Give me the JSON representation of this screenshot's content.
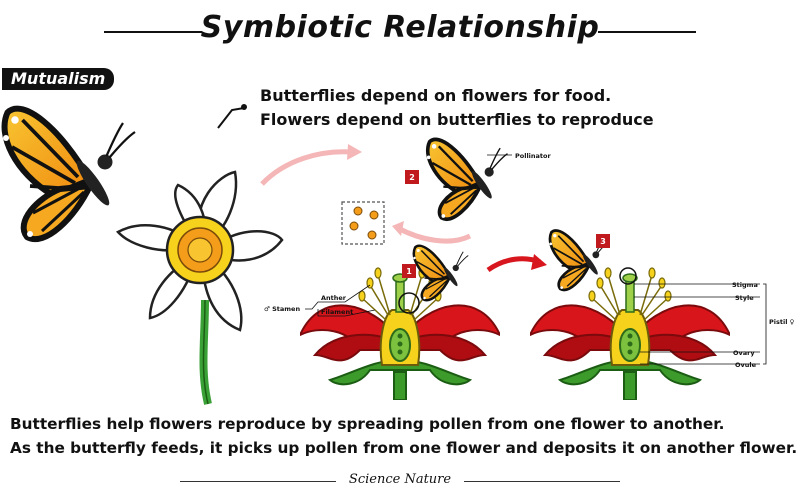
{
  "title": "Symbiotic Relationship",
  "badge": "Mutualism",
  "intro": {
    "line1": "Butterflies depend on flowers for food.",
    "line2": "Flowers depend on butterflies to reproduce"
  },
  "steps": [
    "1",
    "2",
    "3"
  ],
  "labels": {
    "pollinator": "Pollinator",
    "stamen": "♂ Stamen",
    "anther": "Anther",
    "filament": "Filament",
    "stigma": "Stigma",
    "style": "Style",
    "pistil": "Pistil ♀",
    "ovary": "Ovary",
    "ovule": "Ovule"
  },
  "bottom": {
    "line1": "Butterflies help flowers reproduce by spreading pollen from one flower to another.",
    "line2": "As the butterfly feeds, it picks up pollen from one flower and deposits it on another flower."
  },
  "footer": "Science Nature",
  "colors": {
    "petal_red": "#d8151b",
    "butterfly_orange": "#f2a71b",
    "flower_yellow": "#f6d21c",
    "arrow_red": "#d8161e",
    "arrow_pink": "#f4b6b6",
    "badge_bg": "#111111"
  }
}
